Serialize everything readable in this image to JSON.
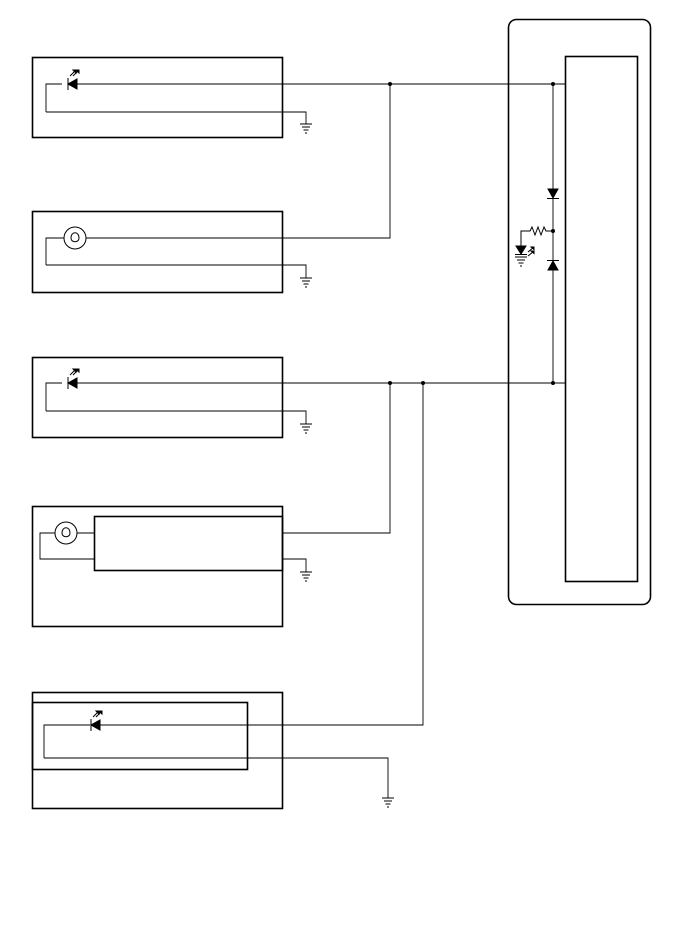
{
  "diagram": {
    "components": [
      {
        "id": "led-module-1",
        "symbol": "led-icon"
      },
      {
        "id": "lamp-module-1",
        "symbol": "lamp-icon"
      },
      {
        "id": "led-module-2",
        "symbol": "led-icon"
      },
      {
        "id": "lamp-module-2",
        "symbol": "lamp-icon"
      },
      {
        "id": "led-module-3",
        "symbol": "led-icon"
      }
    ],
    "controller": {
      "id": "control-unit",
      "symbols": [
        "diode-icon",
        "resistor-icon",
        "indicator-led-icon",
        "diode-icon"
      ]
    },
    "ground_symbol": "ground-icon",
    "colors": {
      "line": "#000000",
      "background": "#ffffff"
    }
  }
}
